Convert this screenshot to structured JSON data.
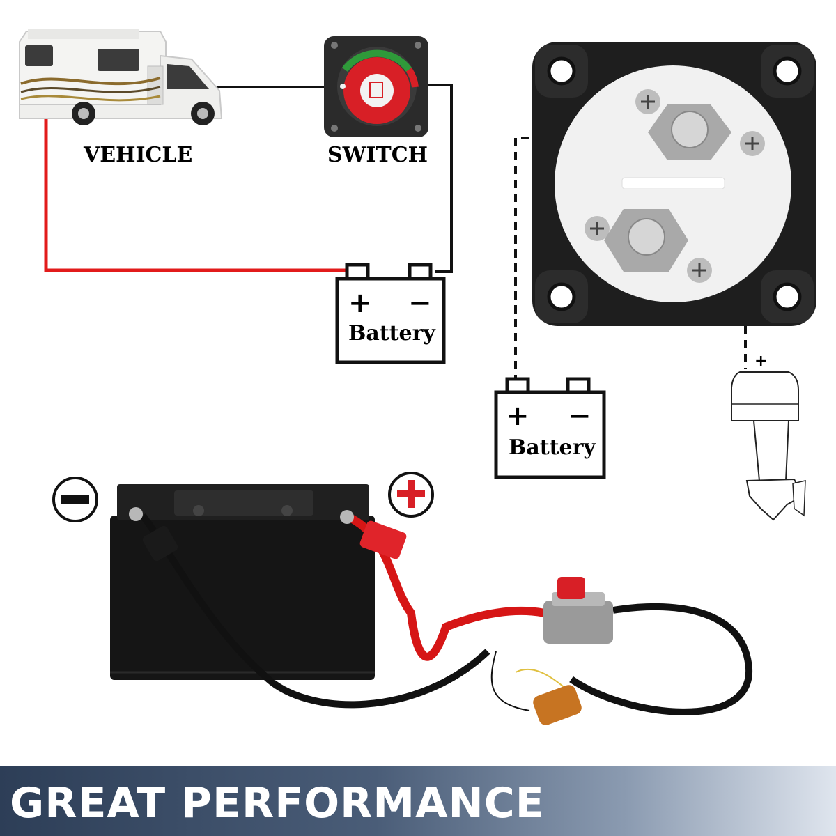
{
  "labels": {
    "vehicle": "VEHICLE",
    "switch": "SWITCH",
    "battery_top": "Battery",
    "battery_right": "Battery",
    "plus": "+",
    "minus": "−"
  },
  "banner": {
    "title": "GREAT PERFORMANCE"
  },
  "colors": {
    "red_wire": "#e21b1b",
    "black_wire": "#111111",
    "banner_dark": "#2d3e57",
    "banner_light": "#dfe5ee",
    "knob_red": "#d81f26",
    "switch_body": "#2b2b2b"
  },
  "icons": [
    "rv-vehicle-icon",
    "battery-switch-icon",
    "battery-icon",
    "switch-terminals-icon",
    "outboard-motor-icon",
    "car-battery-icon",
    "minus-circle-icon",
    "plus-circle-icon",
    "inline-switch-icon",
    "led-indicator-icon"
  ]
}
